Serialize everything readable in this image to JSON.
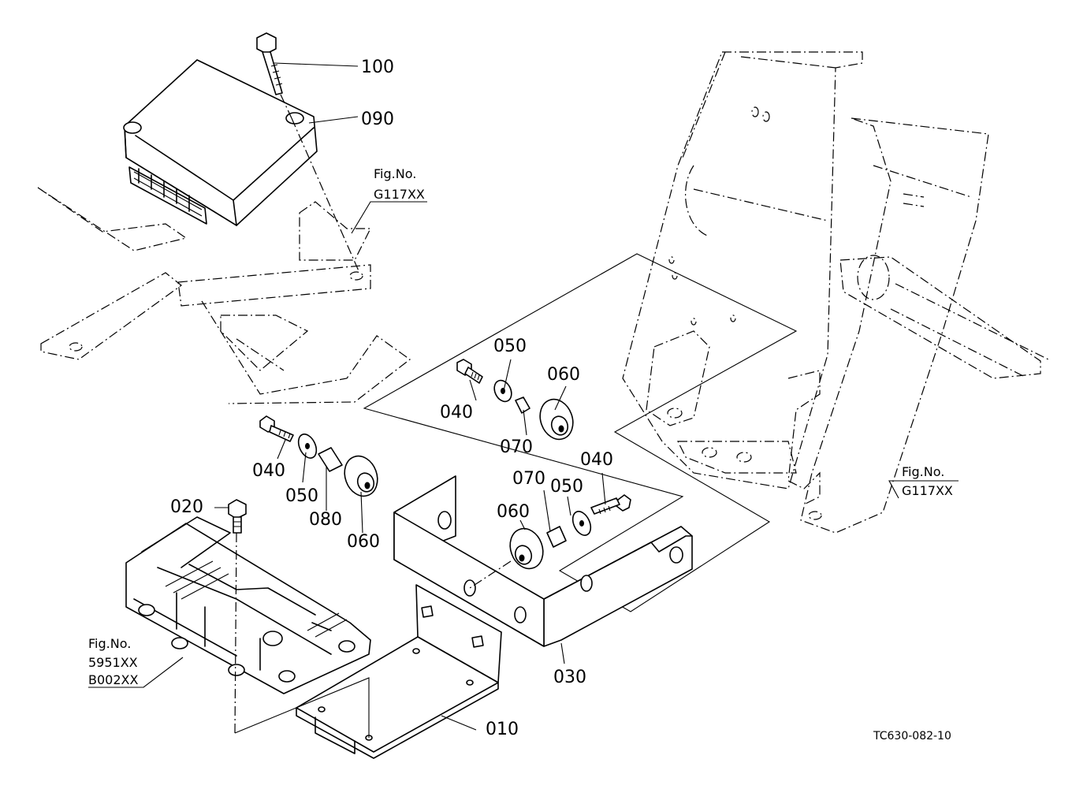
{
  "callouts": {
    "p010": "010",
    "p020": "020",
    "p030": "030",
    "p040a": "040",
    "p040b": "040",
    "p040c": "040",
    "p050a": "050",
    "p050b": "050",
    "p050c": "050",
    "p060a": "060",
    "p060b": "060",
    "p060c": "060",
    "p070a": "070",
    "p070b": "070",
    "p080": "080",
    "p090": "090",
    "p100": "100"
  },
  "figure_refs": {
    "top_label": "Fig.No.",
    "top_number": "G117XX",
    "right_label": "Fig.No.",
    "right_number": "G117XX",
    "left_label": "Fig.No.",
    "left_number_1": "5951XX",
    "left_number_2": "B002XX"
  },
  "drawing_code": "TC630-082-10"
}
